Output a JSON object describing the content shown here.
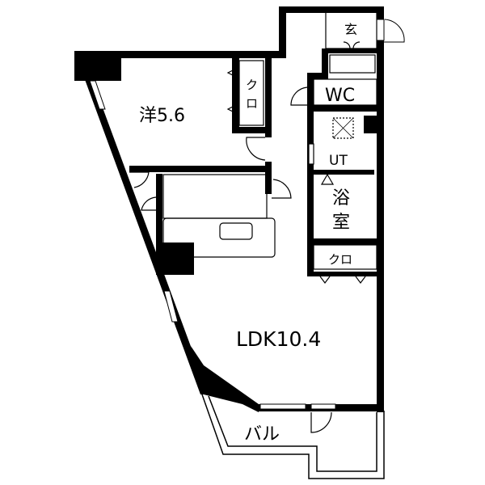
{
  "rooms": {
    "western_room": "洋5.6",
    "closet_1": [
      "ク",
      "ロ"
    ],
    "entrance": "玄",
    "wc": "WC",
    "utility": "UT",
    "bathroom": [
      "浴",
      "室"
    ],
    "closet_2": "クロ",
    "ldk": "LDK10.4",
    "balcony": "バル"
  },
  "colors": {
    "wall": "#000000",
    "background": "#ffffff"
  }
}
